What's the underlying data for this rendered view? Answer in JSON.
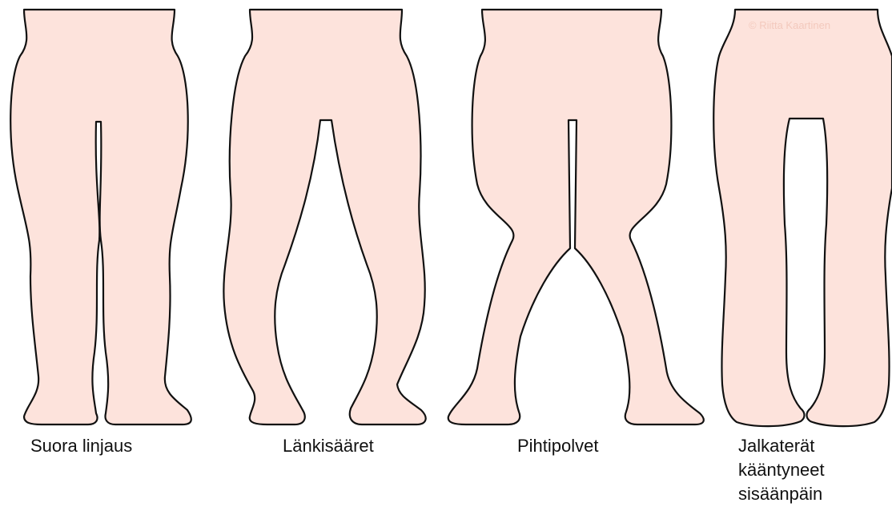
{
  "figure": {
    "fill_color": "#fde3dc",
    "outline_color": "#111111",
    "panels": [
      {
        "caption": "Suora linjaus"
      },
      {
        "caption": "Länkisääret"
      },
      {
        "caption": "Pihtipolvet"
      },
      {
        "caption": "Jalkaterät\nkääntyneet\nsisäänpäin"
      }
    ],
    "watermark": "© Riitta Kaartinen"
  }
}
